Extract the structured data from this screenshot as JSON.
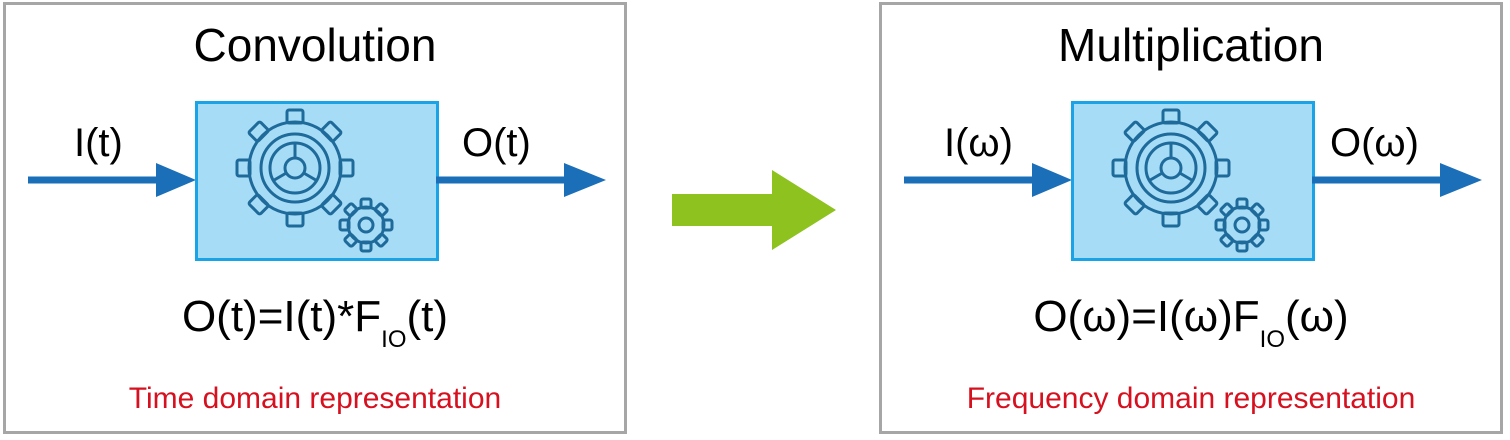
{
  "colors": {
    "signal_arrow": "#1a6fb8",
    "block_fill": "#a7dcf6",
    "block_border": "#1aa4e8",
    "gear_stroke": "#1e6a9a",
    "panel_border": "#a6a6a6",
    "transform_arrow": "#8dc21f",
    "caption": "#d6101e"
  },
  "left_panel": {
    "title": "Convolution",
    "input_label": "I(t)",
    "output_label": "O(t)",
    "formula": {
      "main": "O(t)=I(t)*F",
      "subscript": "IO",
      "tail": "(t)"
    },
    "caption": "Time domain representation",
    "block_icon": "gears-icon"
  },
  "right_panel": {
    "title": "Multiplication",
    "input_label": "I(ω)",
    "output_label": "O(ω)",
    "formula": {
      "main": "O(ω)=I(ω)F",
      "subscript": "IO",
      "tail": "(ω)"
    },
    "caption": "Frequency domain representation",
    "block_icon": "gears-icon"
  },
  "transform_icon": "right-arrow-icon"
}
